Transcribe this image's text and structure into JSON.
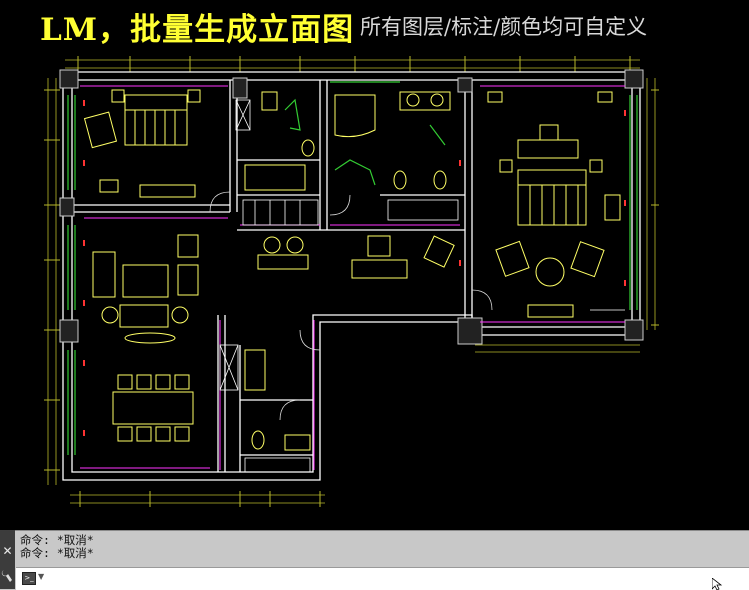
{
  "title": {
    "main": "LM，批量生成立面图",
    "sub": "所有图层/标注/颜色均可自定义"
  },
  "command_line": {
    "history": [
      "命令: *取消*",
      "命令: *取消*"
    ],
    "input_value": "",
    "prompt_icon": "command-prompt-icon",
    "close_icon": "close-icon",
    "customize_icon": "wrench-icon"
  },
  "colors": {
    "background": "#000000",
    "wall": "#ffffff",
    "furniture": "#ffff66",
    "dimension": "#cccc33",
    "window": "#33cc33",
    "magenta": "#ff33ff",
    "accent_red": "#ff3333"
  }
}
